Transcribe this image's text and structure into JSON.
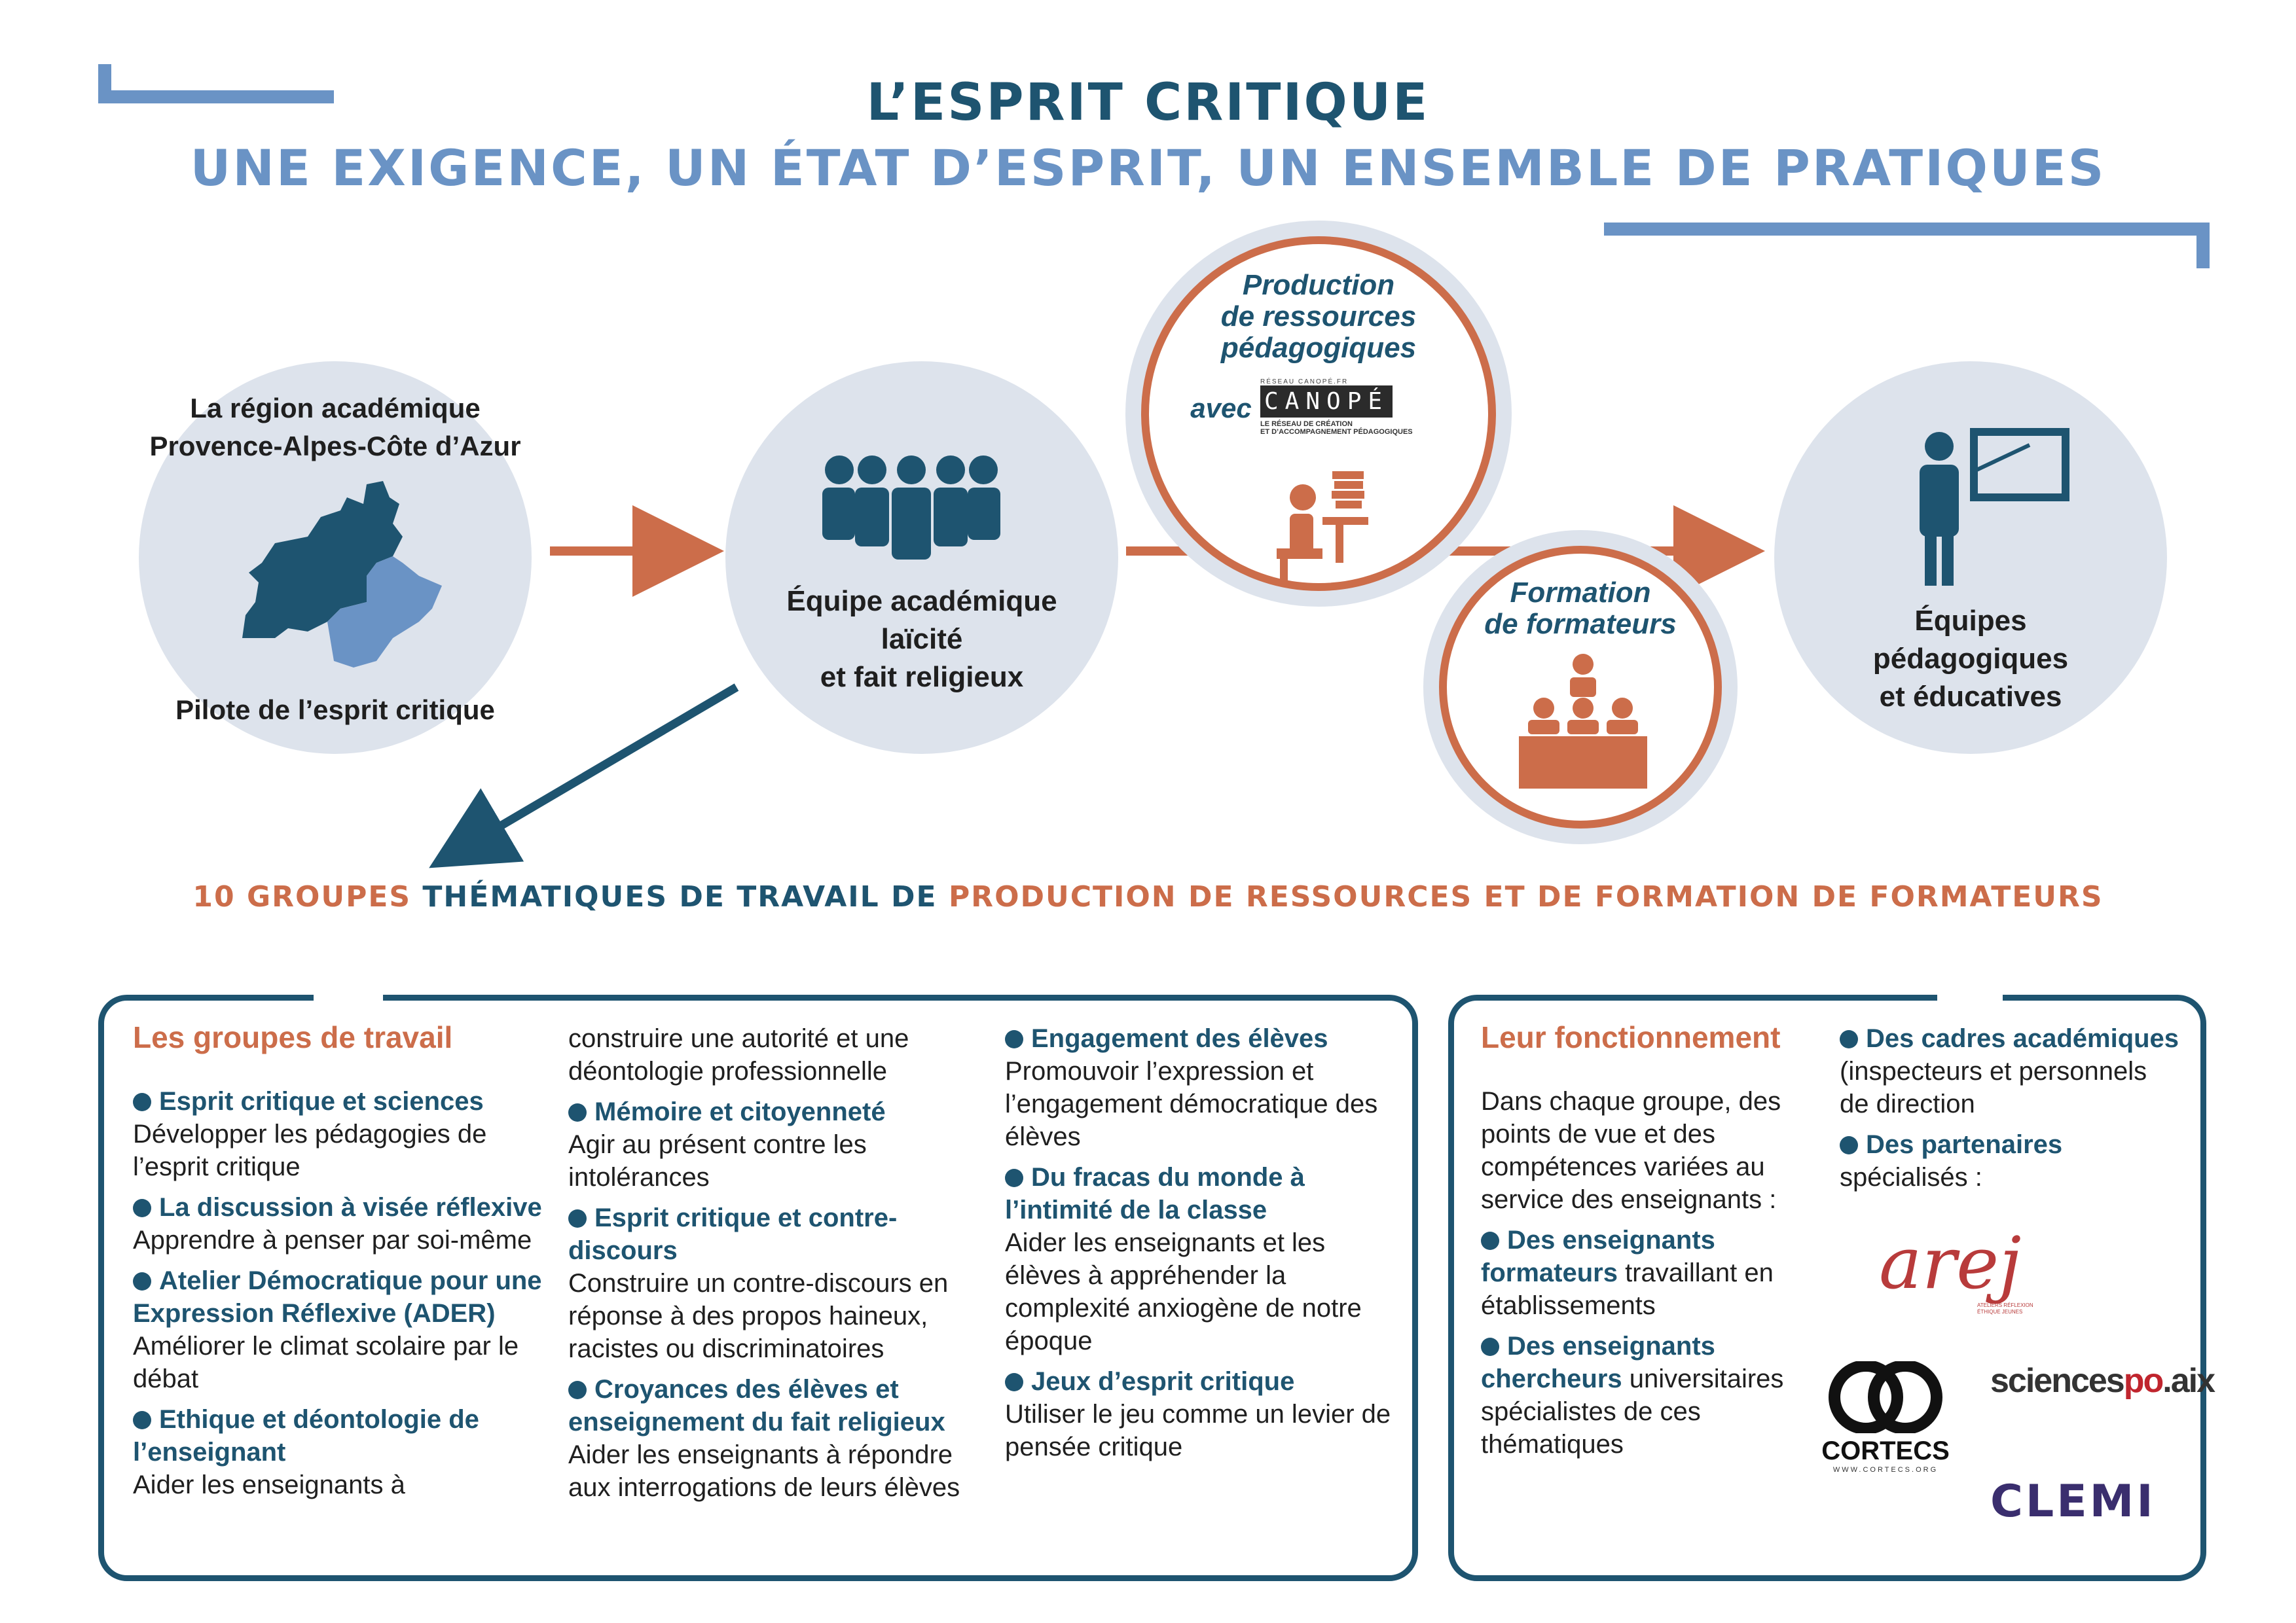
{
  "header": {
    "title": "L’esprit critique",
    "subtitle": "Une exigence, un état d’esprit, un ensemble de pratiques"
  },
  "colors": {
    "dark_blue": "#1e5470",
    "light_blue": "#6a93c5",
    "orange": "#cc6d4a",
    "circle_fill": "#dde3ec"
  },
  "flow": {
    "region": {
      "line1": "La région académique",
      "line2": "Provence-Alpes-Côte d’Azur",
      "caption": "Pilote de l’esprit critique",
      "icon": "region-map-icon"
    },
    "team": {
      "line1": "Équipe académique",
      "line2": "laïcité",
      "line3": "et fait religieux",
      "icon": "group-people-icon"
    },
    "production": {
      "line1": "Production",
      "line2": "de ressources",
      "line3": "pédagogiques",
      "avec": "avec",
      "canope_small": "RÉSEAU CANOPÉ.FR",
      "canope_logo": "CANOPÉ",
      "canope_tag1": "LE RÉSEAU DE CRÉATION",
      "canope_tag2": "ET D’ACCOMPAGNEMENT PÉDAGOGIQUES",
      "icon": "person-at-desk-icon"
    },
    "formation": {
      "line1": "Formation",
      "line2": "de formateurs",
      "icon": "lecture-audience-icon"
    },
    "teams_end": {
      "line1": "Équipes",
      "line2": "pédagogiques",
      "line3": "et éducatives",
      "icon": "teacher-board-icon"
    }
  },
  "banner": {
    "part1": "10 groupes",
    "part2": "thématiques de travail de",
    "part3": "production de ressources et de formation de formateurs"
  },
  "groups": {
    "heading": "Les groupes de travail",
    "col1": [
      {
        "title": "Esprit critique et sciences",
        "desc": "Développer les pédagogies de l’esprit critique"
      },
      {
        "title": "La discussion à visée réflexive",
        "desc": "Apprendre à penser par soi-même"
      },
      {
        "title": "Atelier Démocratique pour une Expression Réflexive (ADER)",
        "desc": "Améliorer le climat scolaire par le débat"
      },
      {
        "title": "Ethique et déontologie de l’enseignant",
        "desc": "Aider les enseignants à"
      }
    ],
    "col2_cont": "construire une autorité et une déontologie professionnelle",
    "col2": [
      {
        "title": "Mémoire et citoyenneté",
        "desc": "Agir au présent contre les intolérances"
      },
      {
        "title": "Esprit critique et contre-discours",
        "desc": "Construire un contre-discours en réponse à des propos haineux, racistes ou discriminatoires"
      },
      {
        "title": "Croyances des élèves et enseignement du fait religieux",
        "desc": "Aider les enseignants à répondre aux interrogations de leurs élèves"
      }
    ],
    "col3": [
      {
        "title": "Engagement des élèves",
        "desc": "Promouvoir l’expression et l’engagement démocratique des élèves"
      },
      {
        "title": "Du fracas du monde à l’intimité de la classe",
        "desc": "Aider les enseignants et les élèves à appréhender la complexité anxiogène de notre époque"
      },
      {
        "title": "Jeux d’esprit critique",
        "desc": "Utiliser le jeu comme un levier de pensée critique"
      }
    ]
  },
  "fonctionnement": {
    "heading": "Leur fonctionnement",
    "intro": "Dans chaque groupe, des points de vue et des compétences variées au service des enseignants :",
    "left_items": [
      {
        "title": "Des enseignants formateurs",
        "desc": " travaillant en établissements"
      },
      {
        "title": "Des enseignants chercheurs",
        "desc": " universitaires spécialistes de ces thématiques"
      }
    ],
    "right_items": [
      {
        "title": "Des cadres académiques",
        "desc": " (inspecteurs et personnels de direction"
      },
      {
        "title": "Des partenaires",
        "desc": " spécialisés :"
      }
    ],
    "logos": {
      "arej": "arej",
      "arej_sub": "ATELIERS RÉFLEXION ÉTHIQUE JEUNES",
      "cortecs": "CORTECS",
      "cortecs_url": "WWW.CORTECS.ORG",
      "sciencespo_a": "sciences",
      "sciencespo_b": "po",
      "sciencespo_c": ".aix",
      "clemi": "CLEMI"
    }
  }
}
